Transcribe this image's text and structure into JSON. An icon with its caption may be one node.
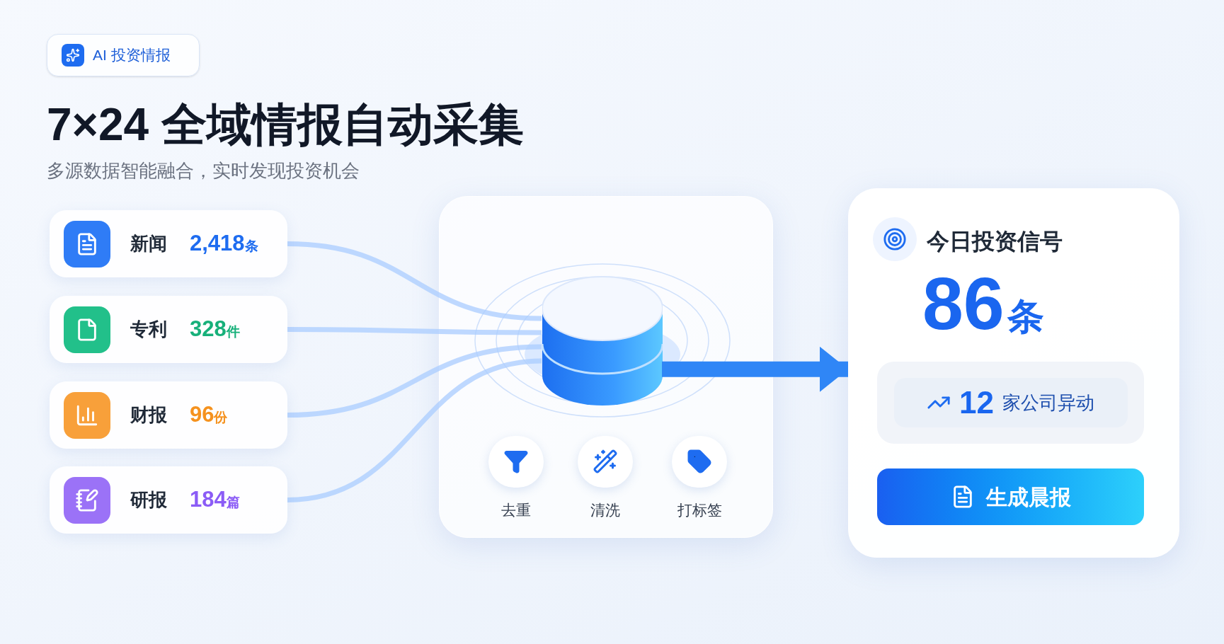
{
  "diagram": {
    "title": "7×24 全域情报自动采集",
    "nodes": [
      {
        "text": [
          "AI 投资情报"
        ]
      },
      {
        "text": [
          "新闻",
          "2,418",
          "条"
        ]
      },
      {
        "text": [
          "专利",
          "328",
          "件"
        ]
      },
      {
        "text": [
          "财报",
          "96",
          "份"
        ]
      },
      {
        "text": [
          "研报",
          "184",
          "篇"
        ]
      },
      {
        "text": [],
        "shape": "box"
      },
      {
        "text": [],
        "shape": "cylinder",
        "in": 5
      },
      {
        "text": [
          "去重"
        ],
        "in": 5
      },
      {
        "text": [
          "清洗"
        ],
        "in": 5
      },
      {
        "text": [
          "打标签"
        ],
        "in": 5
      },
      {
        "text": [
          "今日投资信号",
          "86",
          "条"
        ]
      },
      {
        "text": [
          "12",
          "家公司异动"
        ],
        "in": 10
      },
      {
        "text": [
          "生成晨报"
        ],
        "in": 10
      }
    ],
    "edges": [
      {
        "from": 1,
        "to": 6,
        "arrow": "none"
      },
      {
        "from": 2,
        "to": 6,
        "arrow": "none"
      },
      {
        "from": 3,
        "to": 6,
        "arrow": "none"
      },
      {
        "from": 4,
        "to": 6,
        "arrow": "none"
      },
      {
        "from": 6,
        "to": 10,
        "arrow": "to",
        "style": "thick",
        "color": "#2f86f6"
      }
    ],
    "labels": [
      "多源数据智能融合，实时发现投资机会"
    ]
  }
}
